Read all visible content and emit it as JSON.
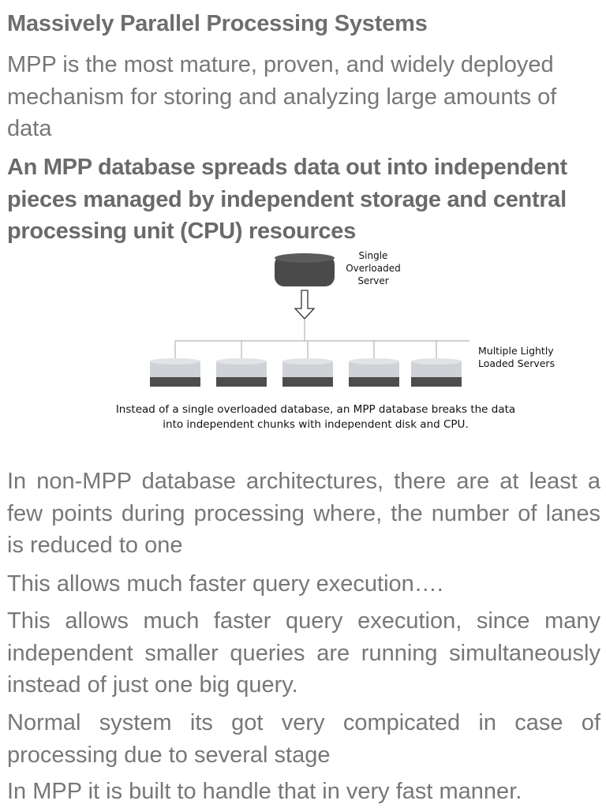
{
  "slide": {
    "title": "Massively Parallel Processing Systems",
    "para1": "MPP is the most mature, proven, and widely deployed mechanism for storing and analyzing large amounts of data",
    "para2": "An MPP database spreads data out into independent pieces managed by independent storage and central processing unit (CPU) resources",
    "para3": "In non-MPP database architectures, there are at least a few points during processing where, the number of lanes is reduced to one",
    "para4": "This allows much faster query execution….",
    "para5": "This allows much faster query execution, since many independent smaller queries are running simultaneously instead of just one big query.",
    "para6": "Normal system its got very compicated in case of processing due to several stage",
    "para7": "In MPP it is built to handle that in very fast manner."
  },
  "figure": {
    "top_label_line1": "Single",
    "top_label_line2": "Overloaded",
    "top_label_line3": "Server",
    "right_label_line1": "Multiple Lightly",
    "right_label_line2": "Loaded Servers",
    "caption_line1": "Instead of a single overloaded database, an MPP database breaks the data",
    "caption_line2": "into independent chunks with independent disk and CPU.",
    "server_count": 5,
    "colors": {
      "overloaded_server": "#4a4a4a",
      "light_server_top": "#cfd2d6",
      "light_server_base": "#4d4d4d",
      "connector_line": "#b5b5b5"
    }
  }
}
